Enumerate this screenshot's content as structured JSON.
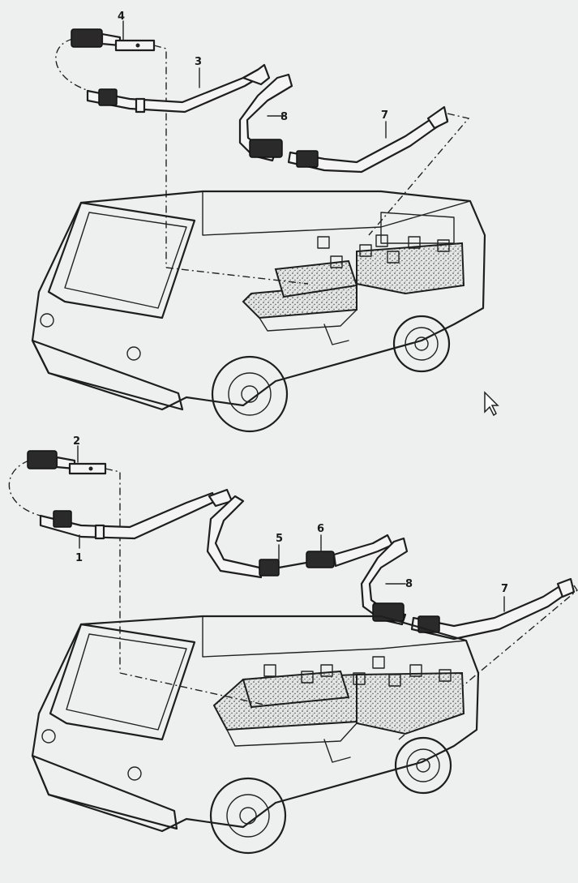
{
  "upper_diagram": {
    "callouts": [
      {
        "id": "callout-4",
        "text": "4"
      },
      {
        "id": "callout-3",
        "text": "3"
      },
      {
        "id": "callout-8-upper",
        "text": "8"
      },
      {
        "id": "callout-7-upper",
        "text": "7"
      }
    ]
  },
  "lower_diagram": {
    "callouts": [
      {
        "id": "callout-2",
        "text": "2"
      },
      {
        "id": "callout-1",
        "text": "1"
      },
      {
        "id": "callout-5",
        "text": "5"
      },
      {
        "id": "callout-6",
        "text": "6"
      },
      {
        "id": "callout-8-lower",
        "text": "8"
      },
      {
        "id": "callout-7-lower",
        "text": "7"
      }
    ]
  },
  "icons": {
    "cursor": "mouse-pointer-icon"
  },
  "colors": {
    "paper": "#eef0f0",
    "ink": "#1e1e1e"
  }
}
